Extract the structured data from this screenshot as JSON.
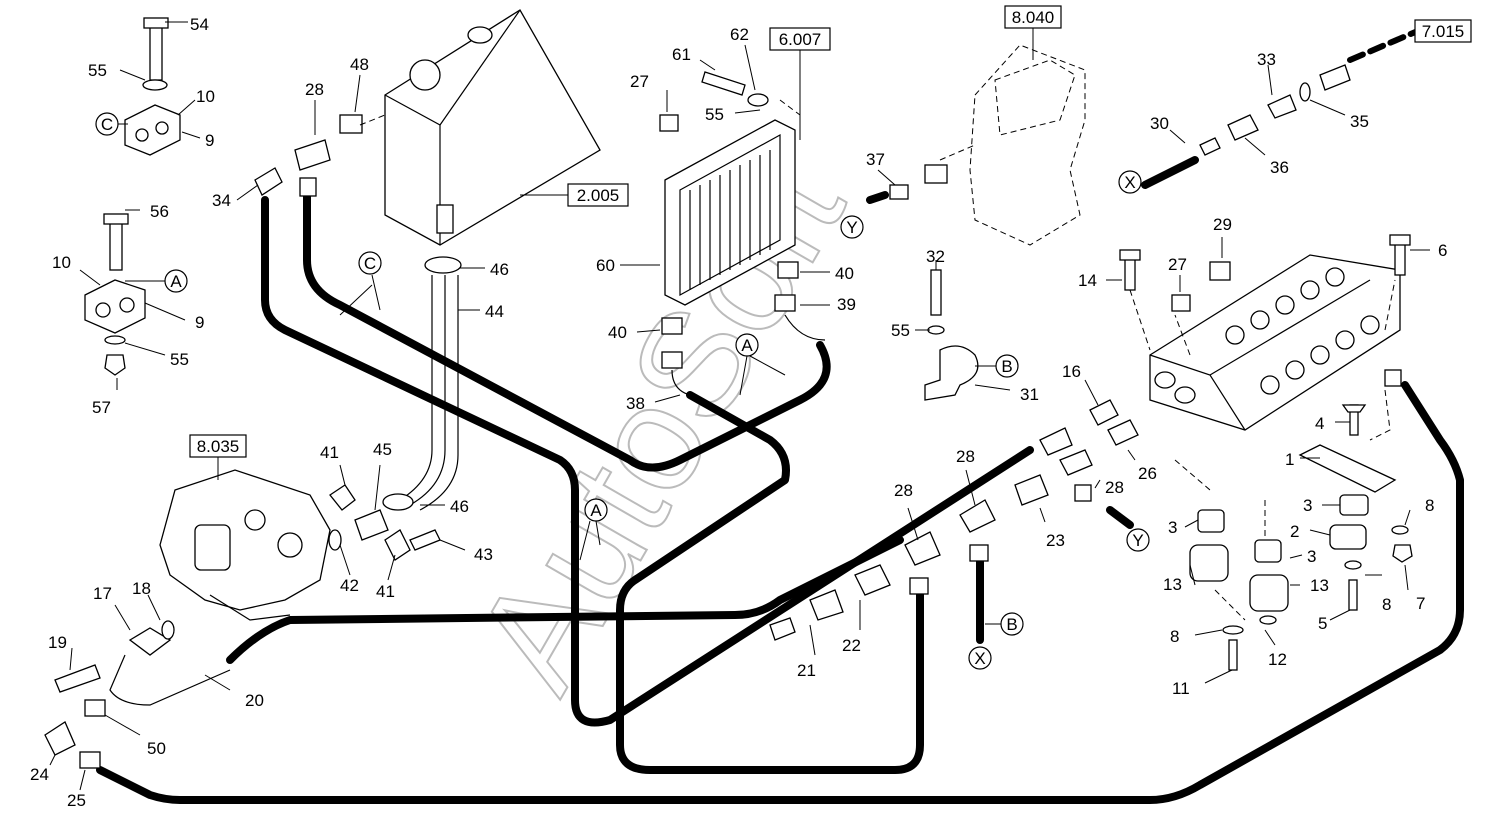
{
  "part_labels": [
    {
      "id": "54",
      "text": "54"
    },
    {
      "id": "55a",
      "text": "55"
    },
    {
      "id": "10a",
      "text": "10"
    },
    {
      "id": "9a",
      "text": "9"
    },
    {
      "id": "56",
      "text": "56"
    },
    {
      "id": "10b",
      "text": "10"
    },
    {
      "id": "9b",
      "text": "9"
    },
    {
      "id": "55b",
      "text": "55"
    },
    {
      "id": "57",
      "text": "57"
    },
    {
      "id": "28a",
      "text": "28"
    },
    {
      "id": "48",
      "text": "48"
    },
    {
      "id": "34",
      "text": "34"
    },
    {
      "id": "46a",
      "text": "46"
    },
    {
      "id": "44",
      "text": "44"
    },
    {
      "id": "27a",
      "text": "27"
    },
    {
      "id": "61",
      "text": "61"
    },
    {
      "id": "62",
      "text": "62"
    },
    {
      "id": "55c",
      "text": "55"
    },
    {
      "id": "60",
      "text": "60"
    },
    {
      "id": "40a",
      "text": "40"
    },
    {
      "id": "39",
      "text": "39"
    },
    {
      "id": "40b",
      "text": "40"
    },
    {
      "id": "38",
      "text": "38"
    },
    {
      "id": "37",
      "text": "37"
    },
    {
      "id": "32",
      "text": "32"
    },
    {
      "id": "55d",
      "text": "55"
    },
    {
      "id": "31",
      "text": "31"
    },
    {
      "id": "33",
      "text": "33"
    },
    {
      "id": "30",
      "text": "30"
    },
    {
      "id": "35",
      "text": "35"
    },
    {
      "id": "36",
      "text": "36"
    },
    {
      "id": "29",
      "text": "29"
    },
    {
      "id": "14",
      "text": "14"
    },
    {
      "id": "27b",
      "text": "27"
    },
    {
      "id": "6",
      "text": "6"
    },
    {
      "id": "16",
      "text": "16"
    },
    {
      "id": "26",
      "text": "26"
    },
    {
      "id": "28b",
      "text": "28"
    },
    {
      "id": "28c",
      "text": "28"
    },
    {
      "id": "28d",
      "text": "28"
    },
    {
      "id": "23",
      "text": "23"
    },
    {
      "id": "4",
      "text": "4"
    },
    {
      "id": "1",
      "text": "1"
    },
    {
      "id": "3a",
      "text": "3"
    },
    {
      "id": "3b",
      "text": "3"
    },
    {
      "id": "3c",
      "text": "3"
    },
    {
      "id": "2",
      "text": "2"
    },
    {
      "id": "8a",
      "text": "8"
    },
    {
      "id": "8b",
      "text": "8"
    },
    {
      "id": "8c",
      "text": "8"
    },
    {
      "id": "7",
      "text": "7"
    },
    {
      "id": "5",
      "text": "5"
    },
    {
      "id": "13a",
      "text": "13"
    },
    {
      "id": "13b",
      "text": "13"
    },
    {
      "id": "12",
      "text": "12"
    },
    {
      "id": "11",
      "text": "11"
    },
    {
      "id": "41a",
      "text": "41"
    },
    {
      "id": "45",
      "text": "45"
    },
    {
      "id": "46b",
      "text": "46"
    },
    {
      "id": "42",
      "text": "42"
    },
    {
      "id": "41b",
      "text": "41"
    },
    {
      "id": "43",
      "text": "43"
    },
    {
      "id": "17",
      "text": "17"
    },
    {
      "id": "18",
      "text": "18"
    },
    {
      "id": "19",
      "text": "19"
    },
    {
      "id": "20",
      "text": "20"
    },
    {
      "id": "50",
      "text": "50"
    },
    {
      "id": "24",
      "text": "24"
    },
    {
      "id": "25",
      "text": "25"
    },
    {
      "id": "21",
      "text": "21"
    },
    {
      "id": "22",
      "text": "22"
    }
  ],
  "ref_boxes": [
    {
      "id": "r8040",
      "text": "8.040"
    },
    {
      "id": "r7015",
      "text": "7.015"
    },
    {
      "id": "r6007",
      "text": "6.007"
    },
    {
      "id": "r2005",
      "text": "2.005"
    },
    {
      "id": "r8035",
      "text": "8.035"
    }
  ],
  "circle_markers": [
    {
      "id": "cC1",
      "text": "C"
    },
    {
      "id": "cA1",
      "text": "A"
    },
    {
      "id": "cC2",
      "text": "C"
    },
    {
      "id": "cA2",
      "text": "A"
    },
    {
      "id": "cA3",
      "text": "A"
    },
    {
      "id": "cY1",
      "text": "Y"
    },
    {
      "id": "cB1",
      "text": "B"
    },
    {
      "id": "cX1",
      "text": "X"
    },
    {
      "id": "cY2",
      "text": "Y"
    },
    {
      "id": "cB2",
      "text": "B"
    },
    {
      "id": "cX2",
      "text": "X"
    }
  ],
  "watermark": "AutoSoft"
}
